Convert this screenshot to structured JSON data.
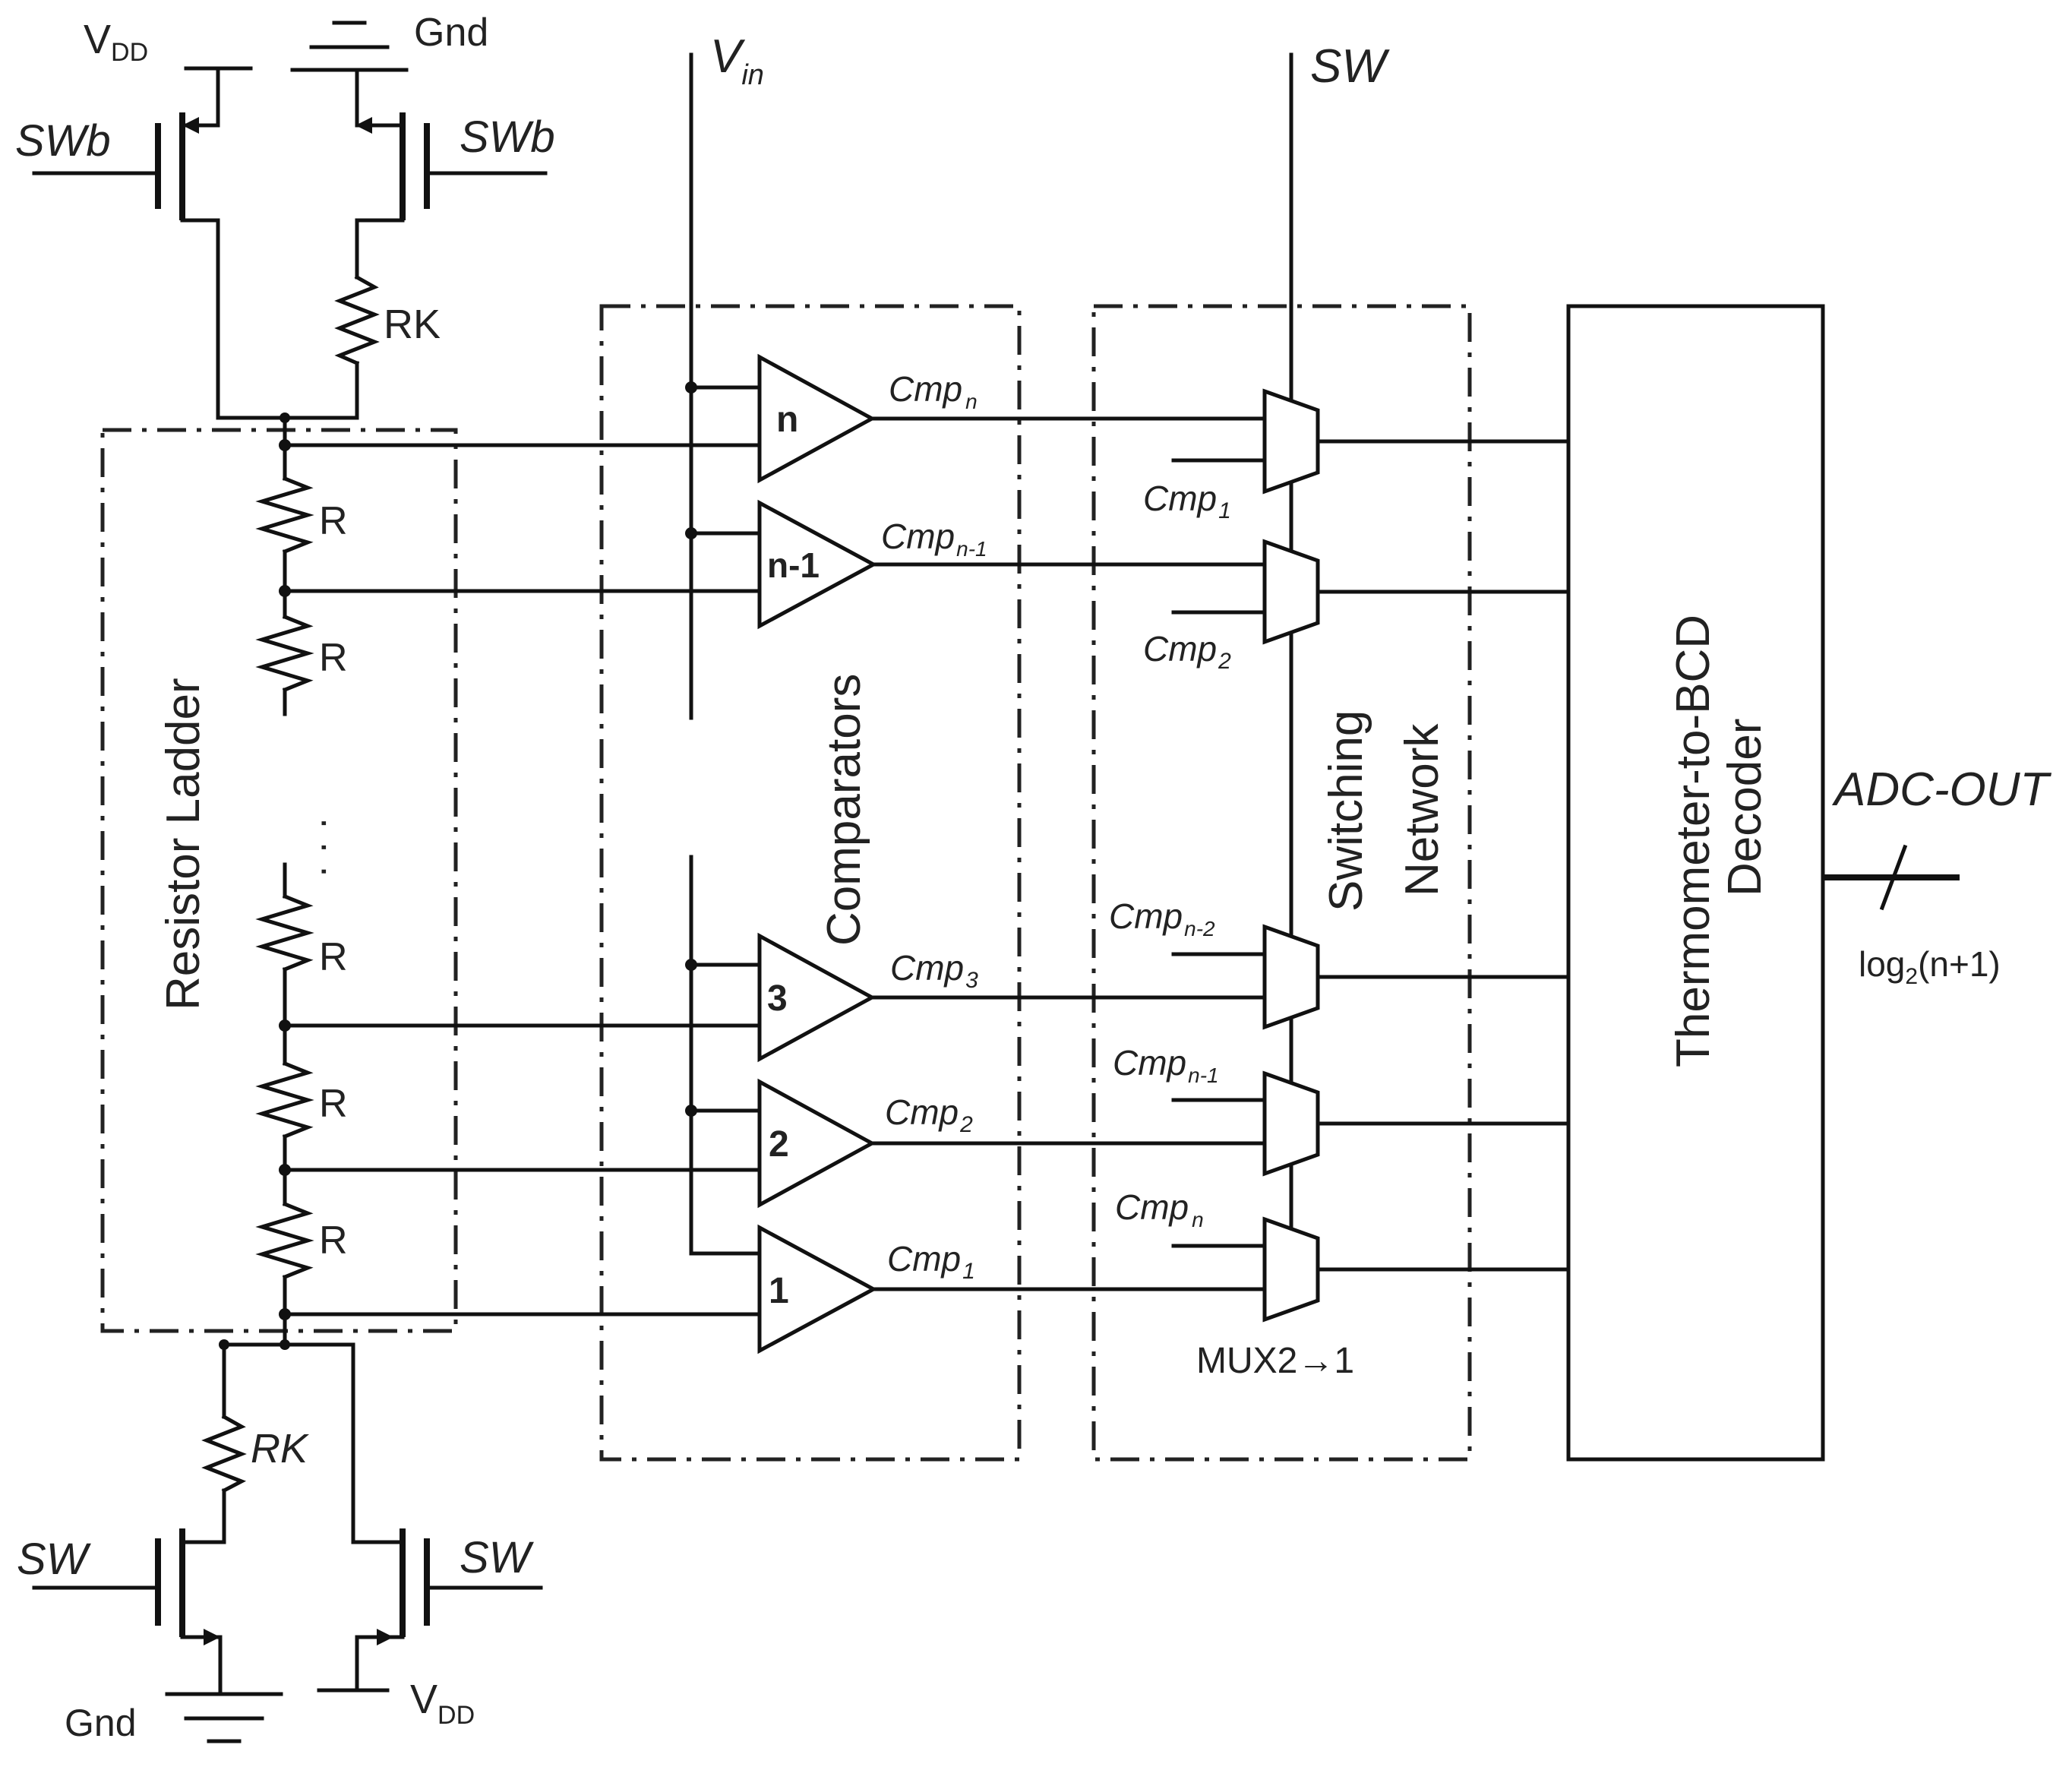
{
  "blocks": {
    "resistor_ladder": "Resistor Ladder",
    "comparators": "Comparators",
    "switching_network_1": "Switching",
    "switching_network_2": "Network",
    "decoder_1": "Thermometer-to-BCD",
    "decoder_2": "Decoder",
    "mux": "MUX2→1"
  },
  "rails": {
    "vdd": "V",
    "vdd_sub": "DD",
    "gnd": "Gnd",
    "vin": "V",
    "vin_sub": "in",
    "sw": "SW",
    "swb": "SWb"
  },
  "resistors": {
    "r": "R",
    "rk": "RK"
  },
  "comparator_labels": [
    "n",
    "n-1",
    "3",
    "2",
    "1"
  ],
  "comparator_outputs": [
    {
      "base": "Cmp",
      "sub": "n"
    },
    {
      "base": "Cmp",
      "sub": "n-1"
    },
    {
      "base": "Cmp",
      "sub": "3"
    },
    {
      "base": "Cmp",
      "sub": "2"
    },
    {
      "base": "Cmp",
      "sub": "1"
    }
  ],
  "mux_inputs": [
    {
      "base": "Cmp",
      "sub": "1"
    },
    {
      "base": "Cmp",
      "sub": "2"
    },
    {
      "base": "Cmp",
      "sub": "n-2"
    },
    {
      "base": "Cmp",
      "sub": "n-1"
    },
    {
      "base": "Cmp",
      "sub": "n"
    }
  ],
  "output": {
    "label": "ADC-OUT",
    "width_prefix": "log",
    "width_sub": "2",
    "width_suffix": "(n+1)"
  },
  "ellipsis": "· · ·"
}
